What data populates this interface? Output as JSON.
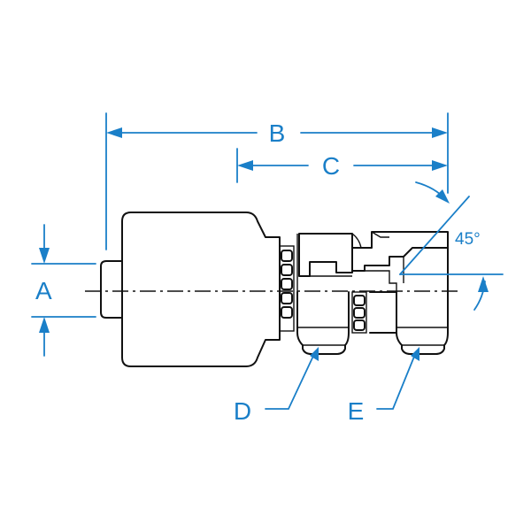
{
  "drawing": {
    "colors": {
      "dimension": "#1a7fc8",
      "outline": "#111111",
      "background": "#ffffff"
    },
    "labels": {
      "a": "A",
      "b": "B",
      "c": "C",
      "d": "D",
      "e": "E",
      "angle": "45°"
    }
  }
}
